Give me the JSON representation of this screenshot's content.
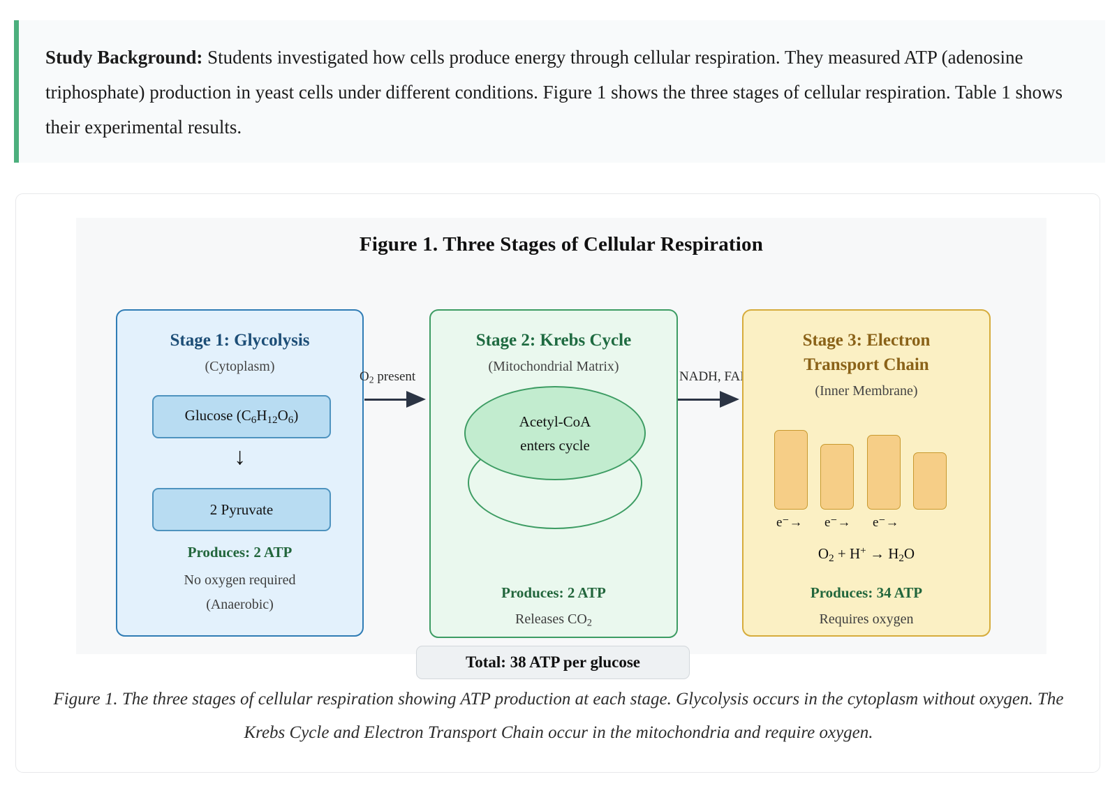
{
  "background": {
    "label": "Study Background:",
    "text": " Students investigated how cells produce energy through cellular respiration. They measured ATP (adenosine triphosphate) production in yeast cells under different conditions. Figure 1 shows the three stages of cellular respiration. Table 1 shows their experimental results.",
    "accent_color": "#4caf7d"
  },
  "figure": {
    "title": "Figure 1. Three Stages of Cellular Respiration",
    "caption": "Figure 1. The three stages of cellular respiration showing ATP production at each stage. Glycolysis occurs in the cytoplasm without oxygen. The Krebs Cycle and Electron Transport Chain occur in the mitochondria and require oxygen.",
    "total_label": "Total: 38 ATP per glucose",
    "stages": [
      {
        "title": "Stage 1: Glycolysis",
        "location": "(Cytoplasm)",
        "molecule_in": "Glucose (C6H12O6)",
        "molecule_in_parts": {
          "name": "Glucose (C",
          "s1": "6",
          "m1": "H",
          "s2": "12",
          "m2": "O",
          "s3": "6",
          "end": ")"
        },
        "molecule_out": "2 Pyruvate",
        "arrow_glyph": "↓",
        "produces": "Produces: 2 ATP",
        "note_a": "No oxygen required",
        "note_b": "(Anaerobic)",
        "border_color": "#2f7cb5",
        "fill_color": "#e3f1fc",
        "title_color": "#1d4e77"
      },
      {
        "title": "Stage 2: Krebs Cycle",
        "location": "(Mitochondrial Matrix)",
        "ellipse_line1": "Acetyl-CoA",
        "ellipse_line2": "enters cycle",
        "produces": "Produces: 2 ATP",
        "note_a": "Releases CO2",
        "note_a_parts": {
          "pre": "Releases CO",
          "sub": "2"
        },
        "border_color": "#3d9c63",
        "fill_color": "#eaf8ee",
        "title_color": "#1f6b41"
      },
      {
        "title": "Stage 3: Electron Transport Chain",
        "title_line1": "Stage 3: Electron",
        "title_line2": "Transport Chain",
        "location": "(Inner Membrane)",
        "complex_count": 4,
        "electron_labels": [
          "e⁻→",
          "e⁻→",
          "e⁻→"
        ],
        "equation_parts": {
          "o": "O",
          "o_sub": "2",
          "plus": " + H",
          "h_sup": "+",
          "arrow": " → H",
          "h_sub": "2",
          "end": "O"
        },
        "equation": "O2 + H+ → H2O",
        "produces": "Produces: 34 ATP",
        "note_a": "Requires oxygen",
        "border_color": "#d6ac3c",
        "fill_color": "#fbf0c4",
        "title_color": "#8a6218"
      }
    ],
    "connectors": [
      {
        "label": "O2 present",
        "label_parts": {
          "pre": "O",
          "sub": "2",
          "post": " present"
        }
      },
      {
        "label": "NADH, FADH"
      }
    ]
  }
}
